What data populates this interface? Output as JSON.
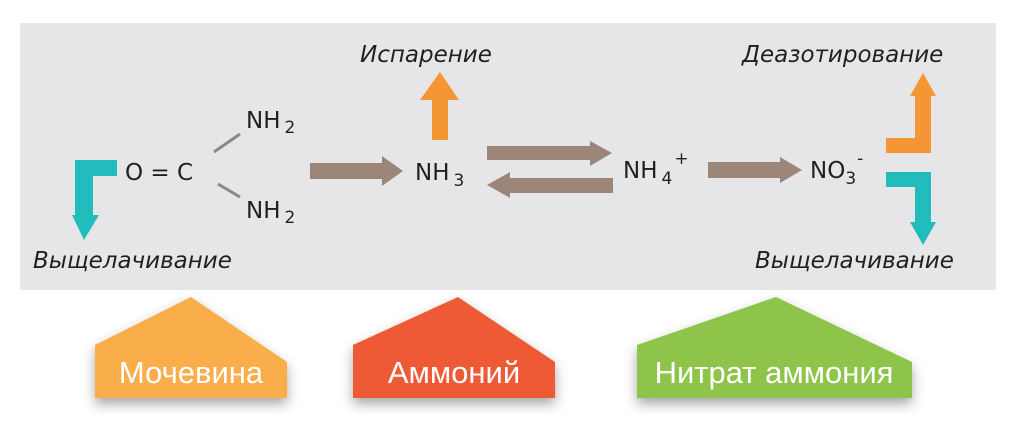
{
  "diagram": {
    "urea": {
      "formula": "O = C",
      "nh2_top": "NH",
      "nh2_top_sub": "2",
      "nh2_bottom": "NH",
      "nh2_bottom_sub": "2"
    },
    "ammonia": {
      "formula": "NH",
      "sub": "3"
    },
    "ammonium": {
      "formula": "NH",
      "sub": "4",
      "sup": "+"
    },
    "nitrate": {
      "formula": "NO",
      "sub": "3",
      "sup": "-"
    },
    "labels": {
      "leaching_left": "Выщелачивание",
      "volatilization": "Испарение",
      "denitrification": "Деазотирование",
      "leaching_right": "Выщелачивание"
    },
    "badges": [
      {
        "label": "Мочевина",
        "color": "#f9ad4c"
      },
      {
        "label": "Аммоний",
        "color": "#ee5a35"
      },
      {
        "label": "Нитрат аммония",
        "color": "#8dc44a"
      }
    ],
    "colors": {
      "background": "#e6e6e8",
      "process_arrow": "#9c8679",
      "loss_up": "#f59634",
      "loss_down": "#22bcbc"
    }
  }
}
